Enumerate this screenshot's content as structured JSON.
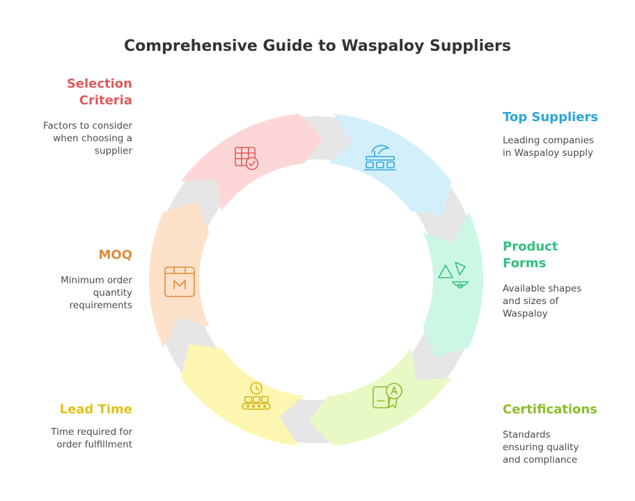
{
  "title": "Comprehensive Guide to Waspaloy Suppliers",
  "stages": [
    {
      "id": "selection-criteria",
      "label_lines": [
        "Selection",
        "Criteria"
      ],
      "desc_lines": [
        "Factors to consider",
        "when choosing a",
        "supplier"
      ],
      "color": "#e05a5a",
      "fill": "#fdd7d7",
      "icon": "table-check-icon"
    },
    {
      "id": "top-suppliers",
      "label_lines": [
        "Top Suppliers"
      ],
      "desc_lines": [
        "Leading companies",
        "in Waspaloy supply"
      ],
      "color": "#2aa6d9",
      "fill": "#d3effb",
      "icon": "factory-icon"
    },
    {
      "id": "product-forms",
      "label_lines": [
        "Product",
        "Forms"
      ],
      "desc_lines": [
        "Available shapes",
        "and sizes of",
        "Waspaloy"
      ],
      "color": "#2fc07f",
      "fill": "#cdf7e5",
      "icon": "shapes-icon"
    },
    {
      "id": "certifications",
      "label_lines": [
        "Certifications"
      ],
      "desc_lines": [
        "Standards",
        "ensuring quality",
        "and compliance"
      ],
      "color": "#8bbd2a",
      "fill": "#e9f9c5",
      "icon": "certificate-icon"
    },
    {
      "id": "lead-time",
      "label_lines": [
        "Lead Time"
      ],
      "desc_lines": [
        "Time required for",
        "order fulfillment"
      ],
      "color": "#e0c21a",
      "fill": "#fdf6b0",
      "icon": "clock-conveyor-icon"
    },
    {
      "id": "moq",
      "label_lines": [
        "MOQ"
      ],
      "desc_lines": [
        "Minimum order",
        "quantity",
        "requirements"
      ],
      "color": "#e08a3a",
      "fill": "#fde1c8",
      "icon": "box-m-icon"
    }
  ]
}
